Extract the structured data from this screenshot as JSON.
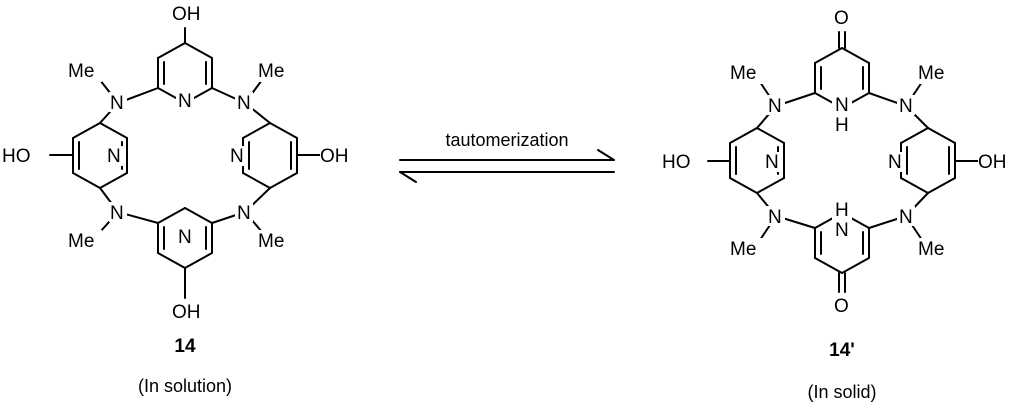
{
  "reaction": {
    "arrow_label": "tautomerization"
  },
  "left": {
    "compound_number": "14",
    "condition": "(In solution)",
    "labels": {
      "oh_top": "OH",
      "oh_left": "HO",
      "oh_right": "OH",
      "oh_bottom": "OH",
      "n_ring_top": "N",
      "n_ring_left": "N",
      "n_ring_right": "N",
      "n_ring_bottom": "N",
      "n_amine_tl": "N",
      "n_amine_tr": "N",
      "n_amine_bl": "N",
      "n_amine_br": "N",
      "me_tl": "Me",
      "me_tr": "Me",
      "me_bl": "Me",
      "me_br": "Me"
    }
  },
  "right": {
    "compound_number": "14'",
    "condition": "(In solid)",
    "labels": {
      "o_top": "O",
      "o_bottom": "O",
      "oh_left": "HO",
      "oh_right": "OH",
      "nh_top_n": "N",
      "nh_top_h": "H",
      "nh_bottom_n": "N",
      "nh_bottom_h": "H",
      "n_ring_left": "N",
      "n_ring_right": "N",
      "n_amine_tl": "N",
      "n_amine_tr": "N",
      "n_amine_bl": "N",
      "n_amine_br": "N",
      "me_tl": "Me",
      "me_tr": "Me",
      "me_bl": "Me",
      "me_br": "Me"
    }
  }
}
